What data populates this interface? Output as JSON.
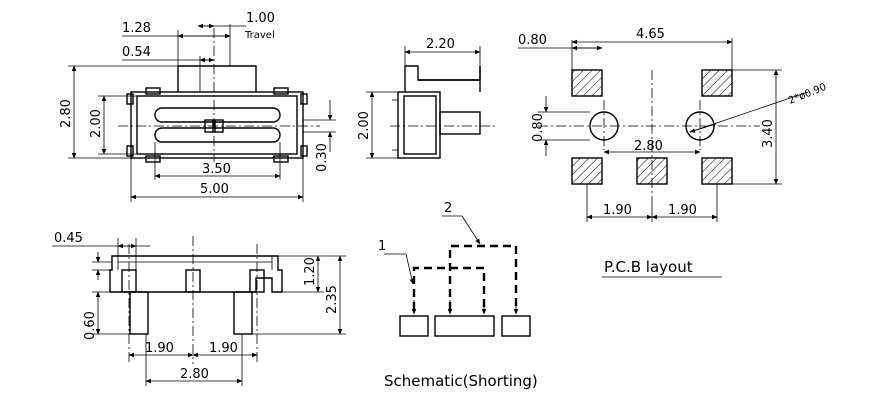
{
  "front_view": {
    "dim_1_28": "1.28",
    "dim_1_00": "1.00",
    "travel": "Travel",
    "dim_0_54": "0.54",
    "dim_2_80": "2.80",
    "dim_2_00": "2.00",
    "dim_3_50": "3.50",
    "dim_5_00": "5.00",
    "dim_0_30": "0.30"
  },
  "side_view": {
    "dim_2_20": "2.20",
    "dim_2_00": "2.00"
  },
  "pcb_layout": {
    "dim_0_80_top": "0.80",
    "dim_4_65": "4.65",
    "dim_hole": "2*ø0.90",
    "dim_0_80_left": "0.80",
    "dim_2_80": "2.80",
    "dim_3_40": "3.40",
    "dim_1_90_a": "1.90",
    "dim_1_90_b": "1.90",
    "title": "P.C.B layout"
  },
  "bottom_view": {
    "dim_0_45": "0.45",
    "dim_1_20": "1.20",
    "dim_2_35": "2.35",
    "dim_0_60": "0.60",
    "dim_1_90_a": "1.90",
    "dim_1_90_b": "1.90",
    "dim_2_80": "2.80"
  },
  "schematic": {
    "label_1": "1",
    "label_2": "2",
    "title": "Schematic(Shorting)"
  }
}
